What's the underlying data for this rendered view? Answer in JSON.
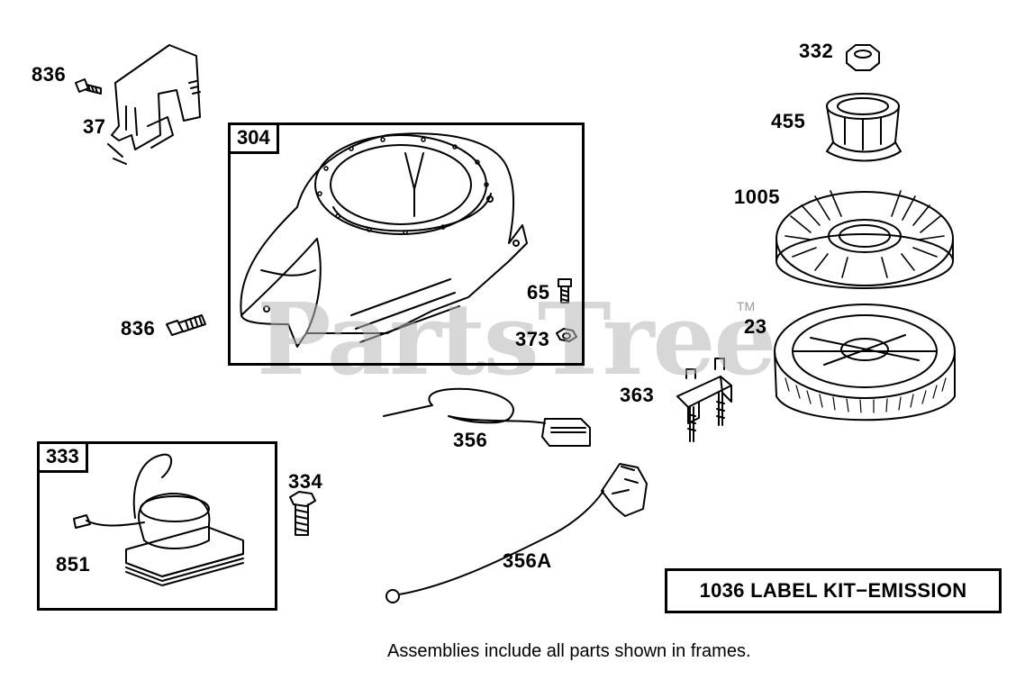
{
  "watermark": {
    "text": "PartsTree",
    "trademark": "TM"
  },
  "frames": {
    "blower_housing": {
      "tag": "304"
    },
    "armature": {
      "tag": "333"
    }
  },
  "callouts": {
    "c836_top": "836",
    "c37": "37",
    "c836_bolt": "836",
    "c65": "65",
    "c373": "373",
    "c332": "332",
    "c455": "455",
    "c1005": "1005",
    "c23": "23",
    "c363": "363",
    "c356": "356",
    "c334": "334",
    "c356a": "356A",
    "c851": "851"
  },
  "kit_label": "1036 LABEL KIT−EMISSION",
  "footer_note": "Assemblies include all parts shown in frames."
}
